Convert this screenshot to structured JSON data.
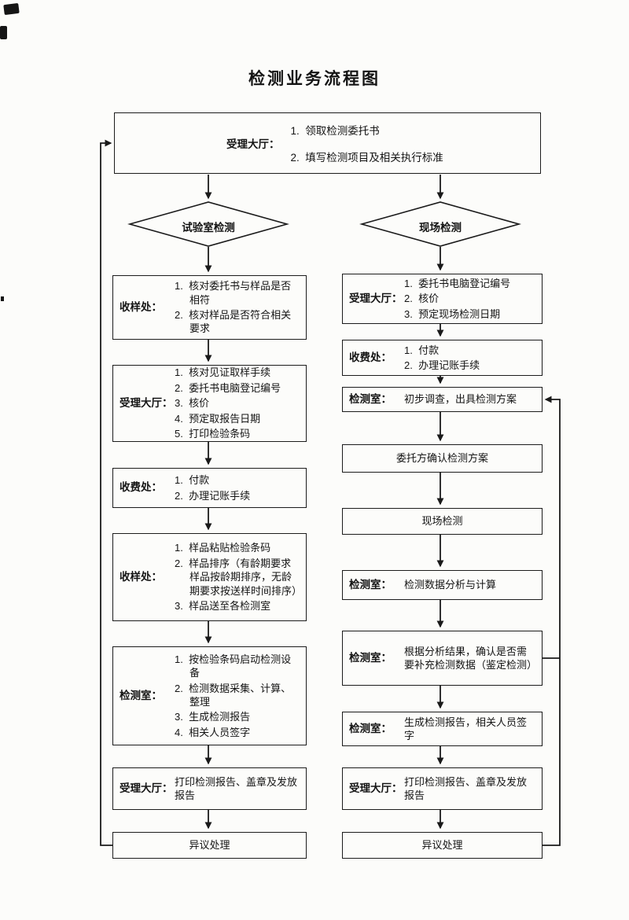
{
  "title": "检测业务流程图",
  "top_box": {
    "label": "受理大厅：",
    "items": [
      "1.  领取检测委托书",
      "2.  填写检测项目及相关执行标准"
    ]
  },
  "decisions": {
    "lab": "试验室检测",
    "onsite": "现场检测"
  },
  "left_flow": {
    "receive_samples": {
      "label": "收样处：",
      "items": [
        "1.  核对委托书与样品是否相符",
        "2.  核对样品是否符合相关要求"
      ]
    },
    "reception": {
      "label": "受理大厅：",
      "items": [
        "1.  核对见证取样手续",
        "2.  委托书电脑登记编号",
        "3.  核价",
        "4.  预定取报告日期",
        "5.  打印检验条码"
      ]
    },
    "cashier": {
      "label": "收费处：",
      "items": [
        "1.  付款",
        "2.  办理记账手续"
      ]
    },
    "sample_sorting": {
      "label": "收样处：",
      "items": [
        "1.  样品粘贴检验条码",
        "2.  样品排序（有龄期要求样品按龄期排序，无龄期要求按送样时间排序）",
        "3.  样品送至各检测室"
      ]
    },
    "test_room": {
      "label": "检测室：",
      "items": [
        "1.  按检验条码启动检测设备",
        "2.  检测数据采集、计算、整理",
        "3.  生成检测报告",
        "4.  相关人员签字"
      ]
    },
    "issue_report": {
      "label": "受理大厅：",
      "text": "打印检测报告、盖章及发放报告"
    },
    "dispute": {
      "text": "异议处理"
    }
  },
  "right_flow": {
    "reception": {
      "label": "受理大厅：",
      "items": [
        "1.  委托书电脑登记编号",
        "2.  核价",
        "3.  预定现场检测日期"
      ]
    },
    "cashier": {
      "label": "收费处：",
      "items": [
        "1.  付款",
        "2.  办理记账手续"
      ]
    },
    "survey": {
      "label": "检测室：",
      "text": "初步调查，出具检测方案"
    },
    "confirm_plan": {
      "text": "委托方确认检测方案"
    },
    "onsite_test": {
      "text": "现场检测"
    },
    "analysis": {
      "label": "检测室：",
      "text": "检测数据分析与计算"
    },
    "supplement": {
      "label": "检测室：",
      "text": "根据分析结果，确认是否需要补充检测数据（鉴定检测）"
    },
    "report_sign": {
      "label": "检测室：",
      "text": "生成检测报告，相关人员签字"
    },
    "issue_report": {
      "label": "受理大厅：",
      "text": "打印检测报告、盖章及发放报告"
    },
    "dispute": {
      "text": "异议处理"
    }
  }
}
